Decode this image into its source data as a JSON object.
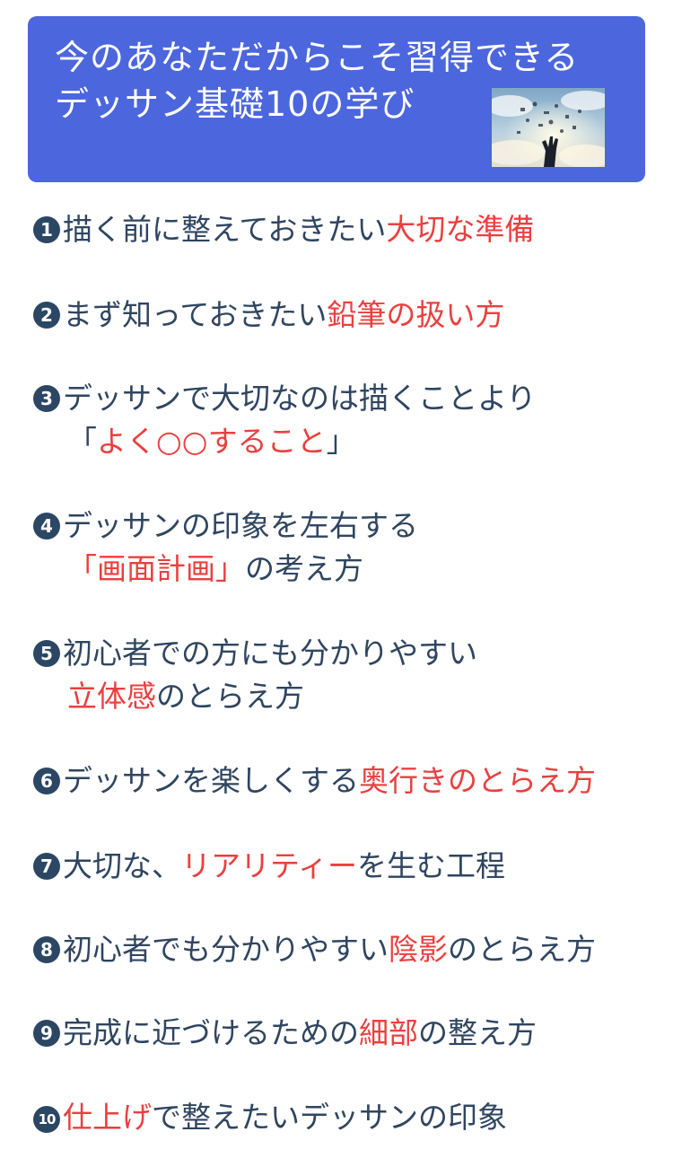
{
  "header": {
    "title_line1": "今のあなただからこそ習得できる",
    "title_line2": "デッサン基礎10の学び",
    "image_icon": "hand-sky-floating-icons-image"
  },
  "colors": {
    "banner": "#4c66dd",
    "text": "#2f4560",
    "highlight": "#ea3f3f"
  },
  "lessons": [
    {
      "num": "1",
      "line1": {
        "pre": "描く前に整えておきたい",
        "hl": "大切な準備",
        "post": ""
      }
    },
    {
      "num": "2",
      "line1": {
        "pre": "まず知っておきたい",
        "hl": "鉛筆の扱い方",
        "post": ""
      }
    },
    {
      "num": "3",
      "line1": {
        "pre": "デッサンで大切なのは描くことより",
        "hl": "",
        "post": ""
      },
      "line2": {
        "pre": "「",
        "hl": "よく○○すること",
        "post": "」"
      }
    },
    {
      "num": "4",
      "line1": {
        "pre": "デッサンの印象を左右する",
        "hl": "",
        "post": ""
      },
      "line2": {
        "pre": "",
        "hl": "「画面計画」",
        "post": "の考え方"
      }
    },
    {
      "num": "5",
      "line1": {
        "pre": "初心者での方にも分かりやすい",
        "hl": "",
        "post": ""
      },
      "line2": {
        "pre": "",
        "hl": "立体感",
        "post": "のとらえ方"
      }
    },
    {
      "num": "6",
      "line1": {
        "pre": "デッサンを楽しくする",
        "hl": "奥行きのとらえ方",
        "post": ""
      }
    },
    {
      "num": "7",
      "line1": {
        "pre": "大切な、",
        "hl": "リアリティー",
        "post": "を生む工程"
      }
    },
    {
      "num": "8",
      "line1": {
        "pre": "初心者でも分かりやすい",
        "hl": "陰影",
        "post": "のとらえ方"
      }
    },
    {
      "num": "9",
      "line1": {
        "pre": "完成に近づけるための",
        "hl": "細部",
        "post": "の整え方"
      }
    },
    {
      "num": "10",
      "line1": {
        "pre": "",
        "hl": "仕上げ",
        "post": "で整えたいデッサンの印象"
      }
    }
  ]
}
